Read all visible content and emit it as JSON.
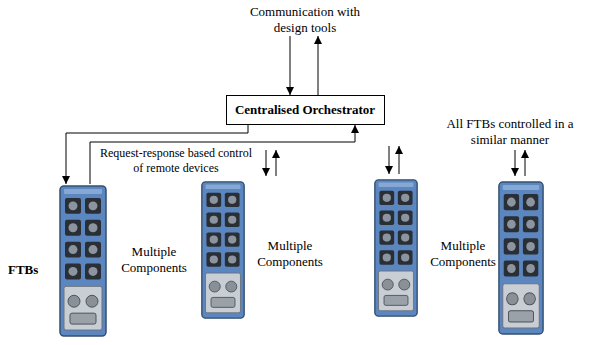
{
  "diagram": {
    "nodes": [
      {
        "text": [
          "Centralised Orchestrator"
        ]
      },
      {
        "text": [
          "Multiple Components"
        ]
      },
      {
        "text": [
          "Multiple Components"
        ]
      },
      {
        "text": [
          "Multiple Components"
        ]
      }
    ],
    "edges": [
      {
        "from": 0,
        "to": 1,
        "arrow": "to"
      },
      {
        "from": 1,
        "to": 0,
        "arrow": "to"
      }
    ],
    "labels": [
      "Communication with design tools",
      "Request-response based control of remote devices",
      "All FTBs controlled in a similar manner",
      "FTBs"
    ]
  }
}
